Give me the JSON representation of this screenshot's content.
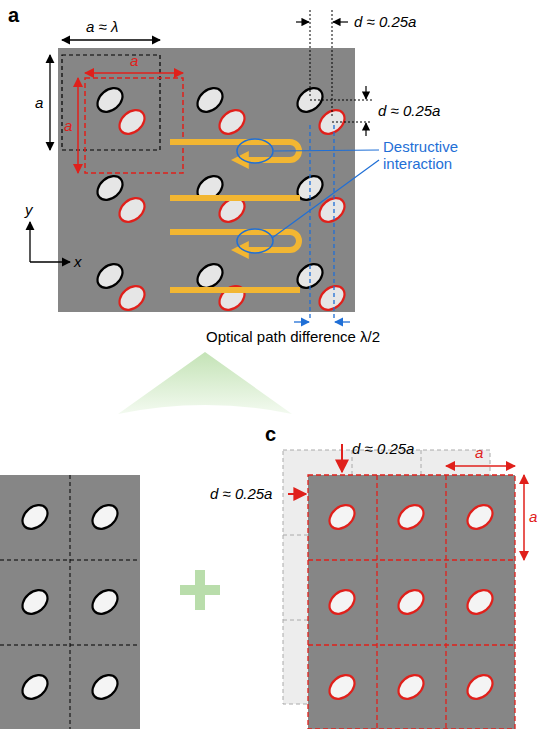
{
  "diagram": {
    "labels": [
      "a",
      "a ≈ λ",
      "a",
      "a",
      "a",
      "d ≈ 0.25a",
      "d ≈ 0.25a",
      "Destructive interaction",
      "Optical path difference λ/2",
      "y",
      "x",
      "c",
      "d ≈ 0.25a",
      "d ≈ 0.25a",
      "a",
      "a"
    ]
  }
}
